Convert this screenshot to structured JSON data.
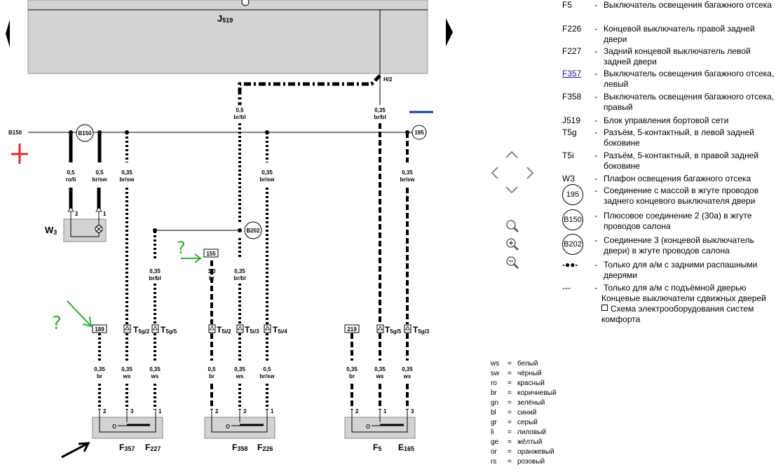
{
  "diagram": {
    "unit_top": "J",
    "unit_top_sub": "519",
    "bus_label": "B150",
    "joints": {
      "b150": "B150",
      "b202": "B202",
      "g195": "195"
    },
    "h2": "H/2",
    "wires": [
      {
        "id": "w1",
        "s": "0,5",
        "c": "ro/li"
      },
      {
        "id": "w2",
        "s": "0,5",
        "c": "br/sw"
      },
      {
        "id": "w3",
        "s": "0,35",
        "c": "br/sw"
      },
      {
        "id": "w4",
        "s": "0,5",
        "c": "br/bl"
      },
      {
        "id": "w5",
        "s": "0,35",
        "c": "br/sw"
      },
      {
        "id": "w6",
        "s": "0,35",
        "c": "br/bl"
      },
      {
        "id": "w7",
        "s": "0,35",
        "c": "br/sw"
      },
      {
        "id": "w8",
        "s": "0,35",
        "c": "br/bl"
      },
      {
        "id": "w9",
        "s": "1,0",
        "c": "br"
      },
      {
        "id": "w10",
        "s": "0,35",
        "c": "br/bl"
      },
      {
        "id": "w11",
        "s": "0,35",
        "c": "br"
      },
      {
        "id": "w12",
        "s": "0,35",
        "c": "ws"
      },
      {
        "id": "w13",
        "s": "0,35",
        "c": "ws"
      },
      {
        "id": "w14",
        "s": "0,5",
        "c": "br"
      },
      {
        "id": "w15",
        "s": "0,35",
        "c": "ws"
      },
      {
        "id": "w16",
        "s": "0,5",
        "c": "br/sw"
      },
      {
        "id": "w17",
        "s": "0,35",
        "c": "br"
      },
      {
        "id": "w18",
        "s": "0,35",
        "c": "ws"
      },
      {
        "id": "w19",
        "s": "0,35",
        "c": "ws"
      }
    ],
    "w3_label": "W",
    "w3_sub": "3",
    "pins": {
      "p2": "2",
      "p1": "1",
      "p3": "3"
    },
    "boxes": {
      "b189": "189",
      "b155": "155",
      "b219": "219"
    },
    "connectors": {
      "t5g2": "T",
      "t5g2s": "5g/2",
      "t5g5": "T",
      "t5g5s": "5g/5",
      "t5i2": "T",
      "t5i2s": "5i/2",
      "t5i3": "T",
      "t5i3s": "5i/3",
      "t5i4": "T",
      "t5i4s": "5i/4",
      "t5g5b": "T",
      "t5g5bs": "5g/5",
      "t5g3": "T",
      "t5g3s": "5g/3"
    },
    "switch_labels": {
      "f357": "F",
      "f357s": "357",
      "f227": "F",
      "f227s": "227",
      "f358": "F",
      "f358s": "358",
      "f226": "F",
      "f226s": "226",
      "f5": "F",
      "f5s": "5",
      "e165": "E",
      "e165s": "165"
    },
    "annotations": {
      "q1": "?",
      "q2": "?"
    }
  },
  "legend": [
    {
      "code": "F5",
      "desc": "Выключатель освещения багажного отсека"
    },
    {
      "code": "F226",
      "desc": "Концевой выключатель правой задней двери"
    },
    {
      "code": "F227",
      "desc": "Задний концевой выключатель левой задней двери"
    },
    {
      "code": "F357",
      "desc": "Выключатель освещения багажного отсека, левый"
    },
    {
      "code": "F358",
      "desc": "Выключатель освещения багажного отсека, правый"
    },
    {
      "code": "J519",
      "desc": "Блок управления бортовой сети"
    },
    {
      "code": "T5g",
      "desc": "Разъём, 5-контактный, в левой задней боковине"
    },
    {
      "code": "T5i",
      "desc": "Разъём, 5-контактный, в правой задней боковине"
    },
    {
      "code": "W3",
      "desc": "Плафон освещения багажного отсека"
    },
    {
      "code": "195",
      "desc": "Соединение с массой в жгуте проводов заднего концевого выключателя двери"
    },
    {
      "code": "B150",
      "desc": "Плюсовое соединение 2 (30a) в жгуте проводов салона"
    },
    {
      "code": "B202",
      "desc": "Соединение 3 (концевой выключатель двери) в жгуте проводов салона"
    },
    {
      "code": "-●●-",
      "desc": "Только для а/м с задними распашными дверями"
    },
    {
      "code": "---",
      "desc": "Только для а/м с подъёмной дверью"
    }
  ],
  "extra": {
    "line1": "Концевые выключатели сдвижных дверей",
    "line2": "Схема электрооборудования систем комфорта"
  },
  "colors": [
    {
      "c": "ws",
      "n": "белый"
    },
    {
      "c": "sw",
      "n": "чёрный"
    },
    {
      "c": "ro",
      "n": "красный"
    },
    {
      "c": "br",
      "n": "коричневый"
    },
    {
      "c": "gn",
      "n": "зелёный"
    },
    {
      "c": "bl",
      "n": "синий"
    },
    {
      "c": "gr",
      "n": "серый"
    },
    {
      "c": "li",
      "n": "лиловый"
    },
    {
      "c": "ge",
      "n": "жёлтый"
    },
    {
      "c": "or",
      "n": "оранжевый"
    },
    {
      "c": "rs",
      "n": "розовый"
    }
  ],
  "palette": {
    "unit_gray": "#d3d3d3",
    "red": "#e3262b",
    "green": "#2fae3a",
    "blue": "#1a3a99"
  }
}
